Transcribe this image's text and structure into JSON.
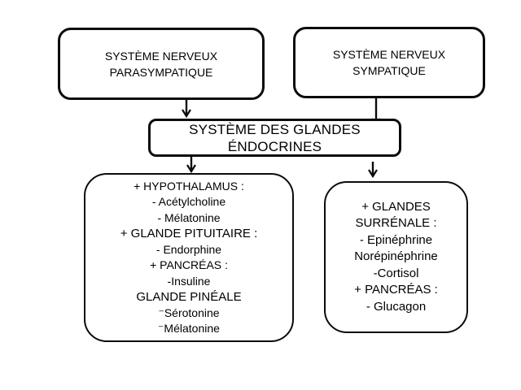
{
  "diagram": {
    "title": "Nervous system and endocrine glands flowchart",
    "top_left_box": {
      "lines": [
        "SYSTÈME NERVEUX",
        "PARASYMPATIQUE"
      ]
    },
    "top_right_box": {
      "lines": [
        "SYSTÈME NERVEUX",
        "SYMPATIQUE"
      ]
    },
    "center_box": {
      "lines": [
        "SYSTÈME DES GLANDES",
        "ÉNDOCRINES"
      ]
    },
    "bottom_left_box": {
      "lines": [
        "+ HYPOTHALAMUS :",
        "- Acétylcholine",
        "- Mélatonine",
        "+ GLANDE PITUITAIRE :",
        "- Endorphine",
        "+ PANCRÉAS :",
        "-Insuline",
        "GLANDE PINÉALE",
        "⁻Sérotonine",
        "⁻Mélatonine"
      ]
    },
    "bottom_right_box": {
      "lines": [
        "+ GLANDES",
        "SURRÉNALE :",
        "- Epinéphrine",
        "Norépinéphrine",
        "-Cortisol",
        "+ PANCRÉAS :",
        "- Glucagon"
      ]
    },
    "connections": [
      {
        "from": "top_left_box",
        "to": "center_box"
      },
      {
        "from": "top_right_box",
        "to": "center_box"
      },
      {
        "from": "center_box",
        "to": "bottom_left_box"
      },
      {
        "from": "center_box",
        "to": "bottom_right_box"
      }
    ],
    "colors": {
      "background": "#ffffff",
      "box_border": "#0b0b0b",
      "text": "#000000"
    }
  }
}
